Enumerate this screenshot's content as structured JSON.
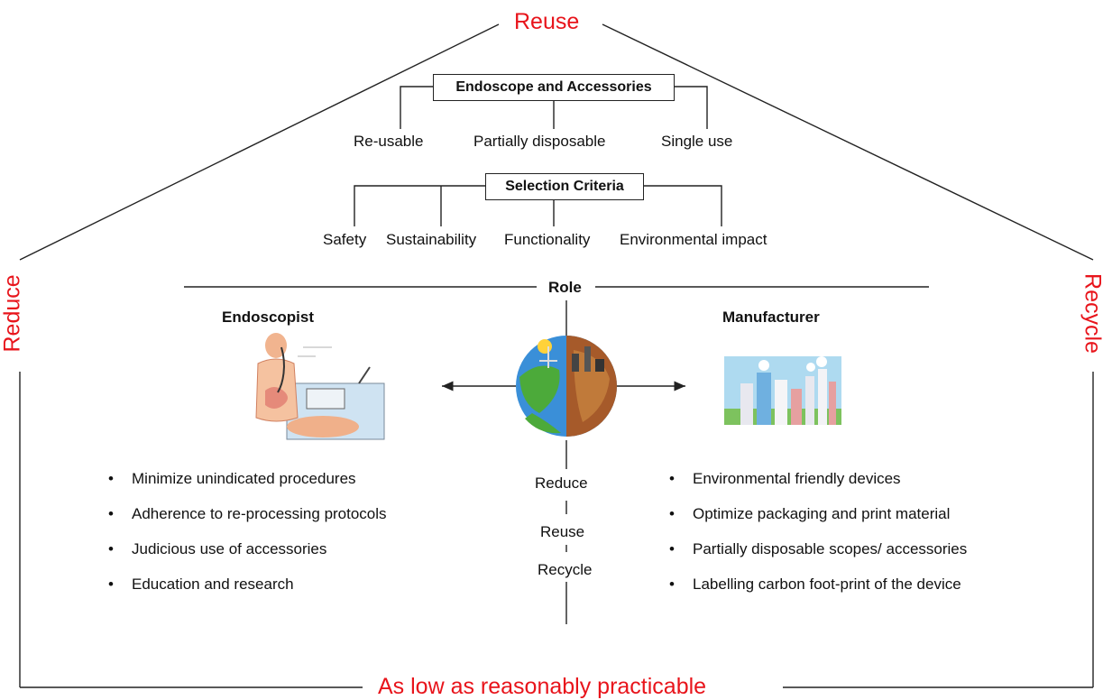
{
  "top_label": "Reuse",
  "left_label": "Reduce",
  "right_label": "Recycle",
  "bottom_label": "As low as reasonably practicable",
  "endoscope_box": {
    "title": "Endoscope and Accessories",
    "options": [
      "Re-usable",
      "Partially disposable",
      "Single use"
    ]
  },
  "criteria_box": {
    "title": "Selection Criteria",
    "options": [
      "Safety",
      "Sustainability",
      "Functionality",
      "Environmental impact"
    ]
  },
  "role": {
    "title": "Role",
    "endoscopist": {
      "title": "Endoscopist",
      "items": [
        "Minimize unindicated procedures",
        "Adherence to re-processing protocols",
        "Judicious use of accessories",
        "Education and research"
      ]
    },
    "manufacturer": {
      "title": "Manufacturer",
      "items": [
        "Environmental friendly devices",
        "Optimize packaging and print material",
        "Partially disposable scopes/ accessories",
        "Labelling carbon foot-print of the device"
      ]
    },
    "center_words": [
      "Reduce",
      "Reuse",
      "Recycle"
    ]
  },
  "colors": {
    "accent": "#e8141b",
    "line": "#222222"
  },
  "icons": {
    "endoscopist_image": "endoscopy-illustration-icon",
    "globe_image": "earth-green-polluted-globe-icon",
    "manufacturer_image": "factory-city-illustration-icon"
  }
}
